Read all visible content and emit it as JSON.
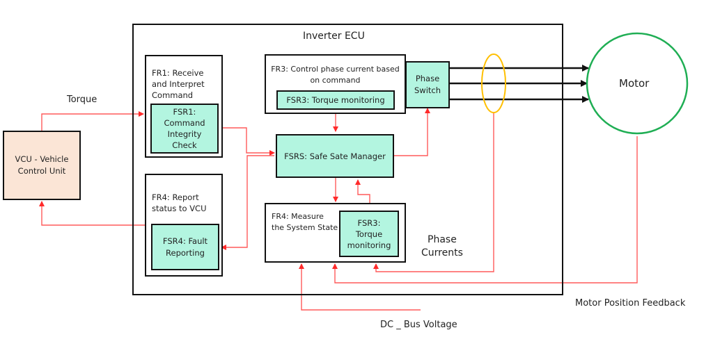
{
  "diagram": {
    "title": "Inverter ECU",
    "vcu": {
      "label": "VCU -  Vehicle Control Unit"
    },
    "labels": {
      "torque": "Torque",
      "phase_currents_line1": "Phase",
      "phase_currents_line2": "Currents",
      "dc_bus": "DC _ Bus Voltage",
      "motor_feedback": "Motor Position Feedback"
    },
    "fr1": {
      "title_lines": [
        "FR1: Receive",
        "and Interpret",
        "Command"
      ],
      "fsr_lines": [
        "FSR1:",
        "Command",
        "Integrity",
        "Check"
      ]
    },
    "fr4_report": {
      "title_lines": [
        "FR4: Report",
        "status to VCU"
      ],
      "fsr_lines": [
        "FSR4: Fault",
        "Reporting"
      ]
    },
    "fr3": {
      "title_lines": [
        "FR3: Control phase current based",
        "on command"
      ],
      "fsr": "FSR3: Torque monitoring"
    },
    "phase_switch": {
      "lines": [
        "Phase",
        "Switch"
      ]
    },
    "safe_state": {
      "label": "FSRS: Safe Sate Manager"
    },
    "fr4_measure": {
      "title_lines": [
        "FR4: Measure",
        "the System State"
      ],
      "fsr_lines": [
        "FSR3:",
        "Torque",
        "monitoring"
      ]
    },
    "motor": {
      "label": "Motor"
    },
    "colors": {
      "signal": "#ff3b3b",
      "box_fill": "#b3f5e0",
      "vcu_fill": "#fbe5d6",
      "motor_ring": "#1fae54",
      "current_sensor": "#ffbf00"
    }
  }
}
